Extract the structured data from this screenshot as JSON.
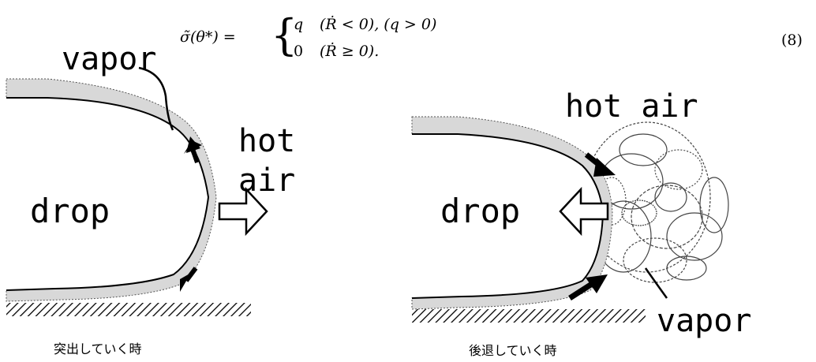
{
  "equation": {
    "lhs": "σ̃(θ*) =",
    "case1_value": "q",
    "case1_condition": "(Ṙ < 0), (q > 0)",
    "case2_value": "0",
    "case2_condition": "(Ṙ ≥ 0).",
    "number": "(8)"
  },
  "left_panel": {
    "vapor_label": "vapor",
    "hot_label_line1": "hot",
    "hot_label_line2": "air",
    "drop_label": "drop",
    "caption": "突出していく時"
  },
  "right_panel": {
    "hot_air_label": "hot air",
    "drop_label": "drop",
    "vapor_label": "vapor",
    "caption": "後退していく時"
  }
}
